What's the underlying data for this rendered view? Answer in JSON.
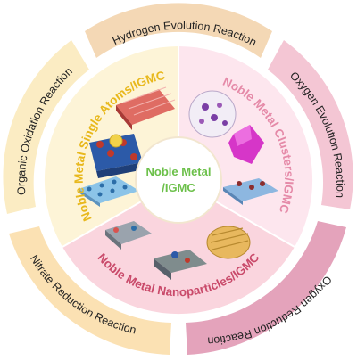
{
  "center": {
    "line1": "Noble Metal",
    "line2": "/IGMC",
    "color": "#6cc04a"
  },
  "middle_ring": {
    "single_atoms": {
      "label": "Noble Metal Single Atoms/IGMC",
      "color": "#e8b81c"
    },
    "clusters": {
      "label": "Noble Metal Clusters/IGMC",
      "color": "#e58aa8"
    },
    "nanoparticles": {
      "label": "Noble Metal Nanoparticles/IGMC",
      "color": "#c94a6a"
    }
  },
  "outer_ring": {
    "her": "Hydrogen Evolution Reaction",
    "oer": "Oxygen Evolution Reaction",
    "orr": "Oxygen Reduction Reaction",
    "nrr": "Nitrate Reduction Reaction",
    "oor": "Organic Oxidation Reaction"
  },
  "colors": {
    "her_band": "#f4d8b5",
    "oer_band": "#f4c6d4",
    "orr_band": "#e4a3bb",
    "nrr_band": "#fbe1b3",
    "oor_band": "#fbecc3",
    "sa_sector": "#fdf4d7",
    "cl_sector": "#fde6ee",
    "np_sector": "#fad5de",
    "inner_hub": "#ffffff"
  }
}
